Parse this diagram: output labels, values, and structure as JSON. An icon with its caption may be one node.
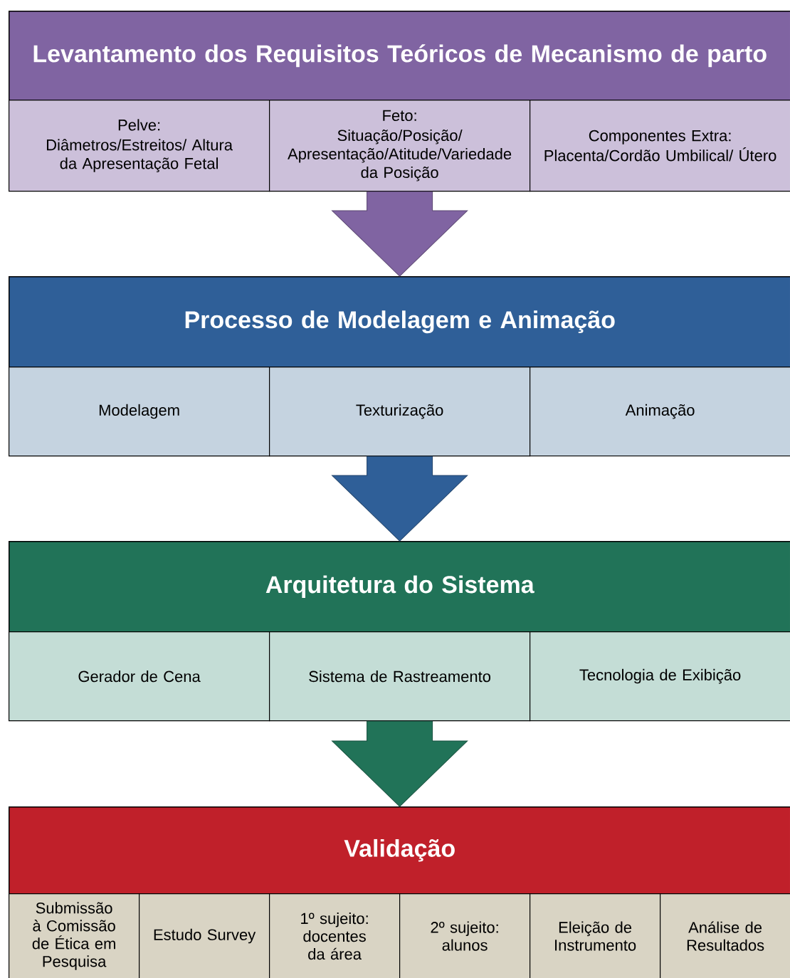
{
  "diagram": {
    "nodes": [
      {
        "text": [
          "Levantamento dos Requisitos Teóricos  de Mecanismo de parto"
        ]
      },
      {
        "text": [
          "Pelve:",
          "Diâmetros/Estreitos/ Altura da Apresentação Fetal"
        ]
      },
      {
        "text": [
          "Feto:",
          "Situação/Posição/ Apresentação/Atitude/Variedade da Posição"
        ]
      },
      {
        "text": [
          "Componentes Extra:",
          "Placenta/Cordão Umbilical/ Útero"
        ]
      },
      {
        "text": [
          "Processo de Modelagem e Animação"
        ]
      },
      {
        "text": [
          "Modelagem"
        ]
      },
      {
        "text": [
          "Texturização"
        ]
      },
      {
        "text": [
          "Animação"
        ]
      },
      {
        "text": [
          "Arquitetura do Sistema"
        ]
      },
      {
        "text": [
          "Gerador de Cena"
        ]
      },
      {
        "text": [
          "Sistema de Rastreamento"
        ]
      },
      {
        "text": [
          "Tecnologia de Exibição"
        ]
      },
      {
        "text": [
          "Validação"
        ]
      },
      {
        "text": [
          "Submissão à Comissão de Ética em Pesquisa"
        ]
      },
      {
        "text": [
          "Estudo Survey"
        ]
      },
      {
        "text": [
          "1º sujeito: docentes da área"
        ]
      },
      {
        "text": [
          "2º sujeito: alunos"
        ]
      },
      {
        "text": [
          "Eleição de Instrumento"
        ]
      },
      {
        "text": [
          "Análise de Resultados"
        ]
      }
    ],
    "edges": [
      {
        "from": 2,
        "to": 4,
        "arrow": "to",
        "color": "#8064a2"
      },
      {
        "from": 6,
        "to": 8,
        "arrow": "to",
        "color": "#2f5f98"
      },
      {
        "from": 10,
        "to": 12,
        "arrow": "to",
        "color": "#217358"
      }
    ]
  }
}
